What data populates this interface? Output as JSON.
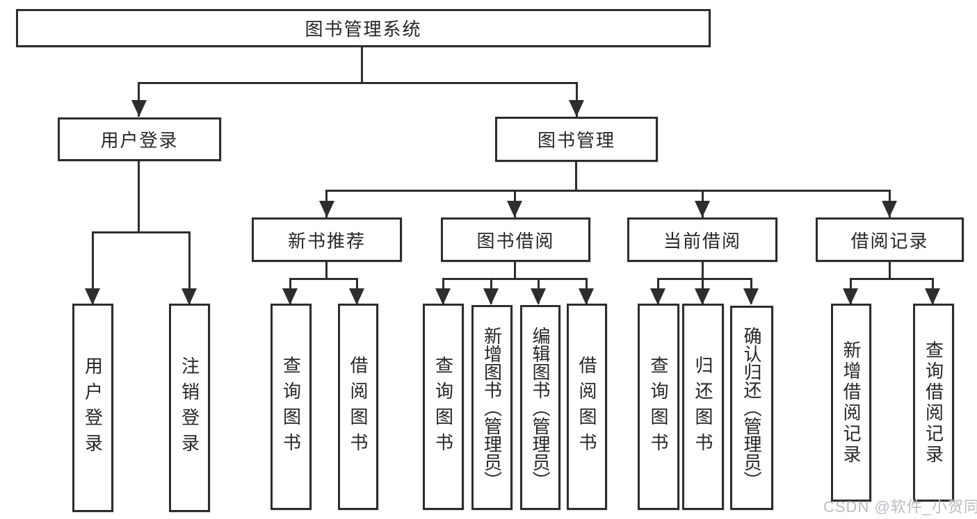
{
  "tree": {
    "root": {
      "label": "图书管理系统"
    },
    "branches": [
      {
        "label": "用户登录",
        "children": [
          {
            "label": "用户登录"
          },
          {
            "label": "注销登录"
          }
        ]
      },
      {
        "label": "图书管理",
        "groups": [
          {
            "label": "新书推荐",
            "children": [
              {
                "label": "查询图书"
              },
              {
                "label": "借阅图书"
              }
            ]
          },
          {
            "label": "图书借阅",
            "children": [
              {
                "label": "查询图书"
              },
              {
                "label": "新增图书（管理员）"
              },
              {
                "label": "编辑图书（管理员）"
              },
              {
                "label": "借阅图书"
              }
            ]
          },
          {
            "label": "当前借阅",
            "children": [
              {
                "label": "查询图书"
              },
              {
                "label": "归还图书"
              },
              {
                "label": "确认归还（管理员）"
              }
            ]
          },
          {
            "label": "借阅记录",
            "children": [
              {
                "label": "新增借阅记录"
              },
              {
                "label": "查询借阅记录"
              }
            ]
          }
        ]
      }
    ]
  },
  "watermark": {
    "text": "CSDN @软件_小贺同学"
  },
  "colors": {
    "line": "#2d2d2d",
    "text": "#262626",
    "box_fill": "#ffffff",
    "background": "#ffffff",
    "watermark": "#b9bdc2"
  }
}
